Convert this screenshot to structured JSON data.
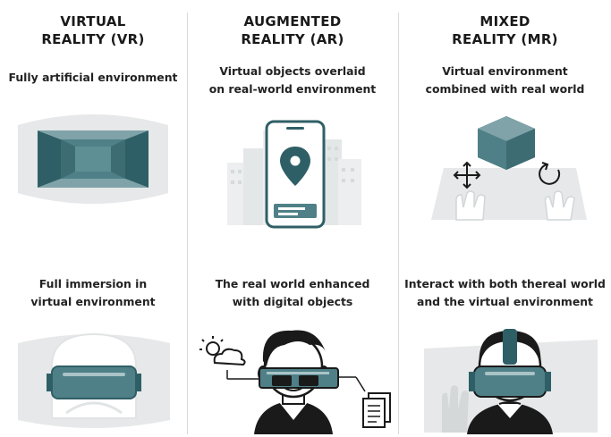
{
  "columns": {
    "vr": {
      "heading_line1": "VIRTUAL",
      "heading_line2": "REALITY (VR)",
      "caption_top": "Fully artificial environment",
      "caption_bottom_line1": "Full immersion in",
      "caption_bottom_line2": "virtual environment"
    },
    "ar": {
      "heading_line1": "AUGMENTED",
      "heading_line2": "REALITY (AR)",
      "caption_top_line1": "Virtual objects overlaid",
      "caption_top_line2": "on real-world environment",
      "caption_bottom_line1": "The real world enhanced",
      "caption_bottom_line2": "with digital objects"
    },
    "mr": {
      "heading_line1": "MIXED",
      "heading_line2": "REALITY (MR)",
      "caption_top_line1": "Virtual environment",
      "caption_top_line2": "combined with real world",
      "caption_bottom_line1": "Interact with both thereal world",
      "caption_bottom_line2": "and the virtual environment"
    }
  },
  "colors": {
    "accent_teal": "#2f5f66",
    "teal_mid": "#4f8087",
    "teal_light": "#7fa3a8",
    "light_gray": "#e6e8e9",
    "mid_gray": "#cfd3d4",
    "ink": "#1a1a1a"
  },
  "icons": [
    "vr-room-icon",
    "phone-map-pin-icon",
    "cube-gesture-icon",
    "vr-headset-icon",
    "ar-glasses-person-icon",
    "mr-headset-person-icon",
    "weather-icon",
    "document-icon",
    "move-arrows-icon",
    "rotate-icon"
  ]
}
